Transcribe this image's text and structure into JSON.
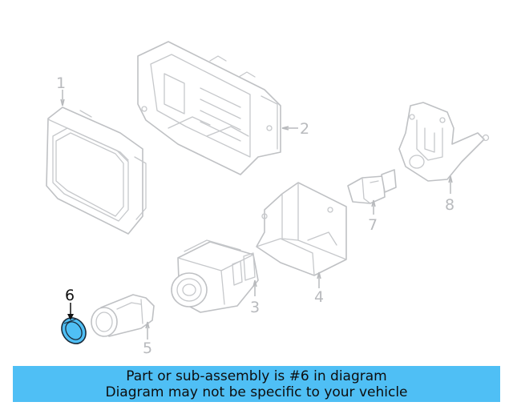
{
  "callouts": {
    "c1": "1",
    "c2": "2",
    "c3": "3",
    "c4": "4",
    "c5": "5",
    "c6": "6",
    "c7": "7",
    "c8": "8"
  },
  "highlighted_part": "6",
  "colors": {
    "highlight": "#4fbff5",
    "line_art": "#bfc1c4",
    "callout_text": "#b8babd",
    "banner": "#4fbff5"
  },
  "banner": {
    "line1": "Part or sub-assembly is #6 in diagram",
    "line2": "Diagram may not be specific to your vehicle"
  }
}
